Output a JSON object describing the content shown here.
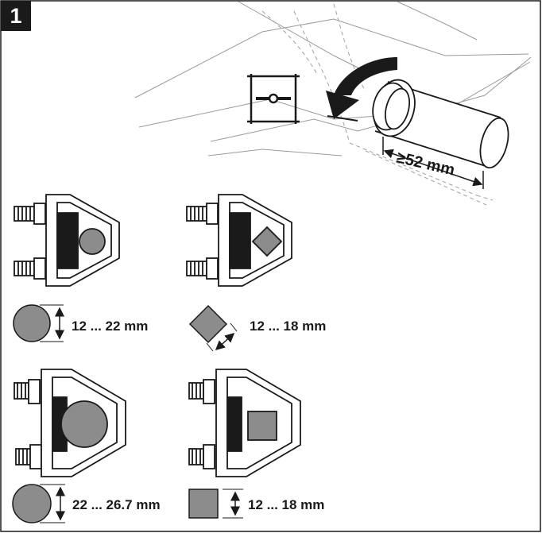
{
  "figure": {
    "step_number": "1",
    "tool_gap_dimension": "≥52 mm",
    "clamps": [
      {
        "profile": "round",
        "range": "12 ... 22 mm"
      },
      {
        "profile": "square-diagonal",
        "range": "12 ... 18 mm"
      },
      {
        "profile": "round-large",
        "range": "22 ... 26.7 mm"
      },
      {
        "profile": "square",
        "range": "12 ... 18 mm"
      }
    ],
    "colors": {
      "line": "#1a1a1a",
      "fill_grey": "#8c8c8c",
      "dashed": "#9a9a9a"
    }
  }
}
